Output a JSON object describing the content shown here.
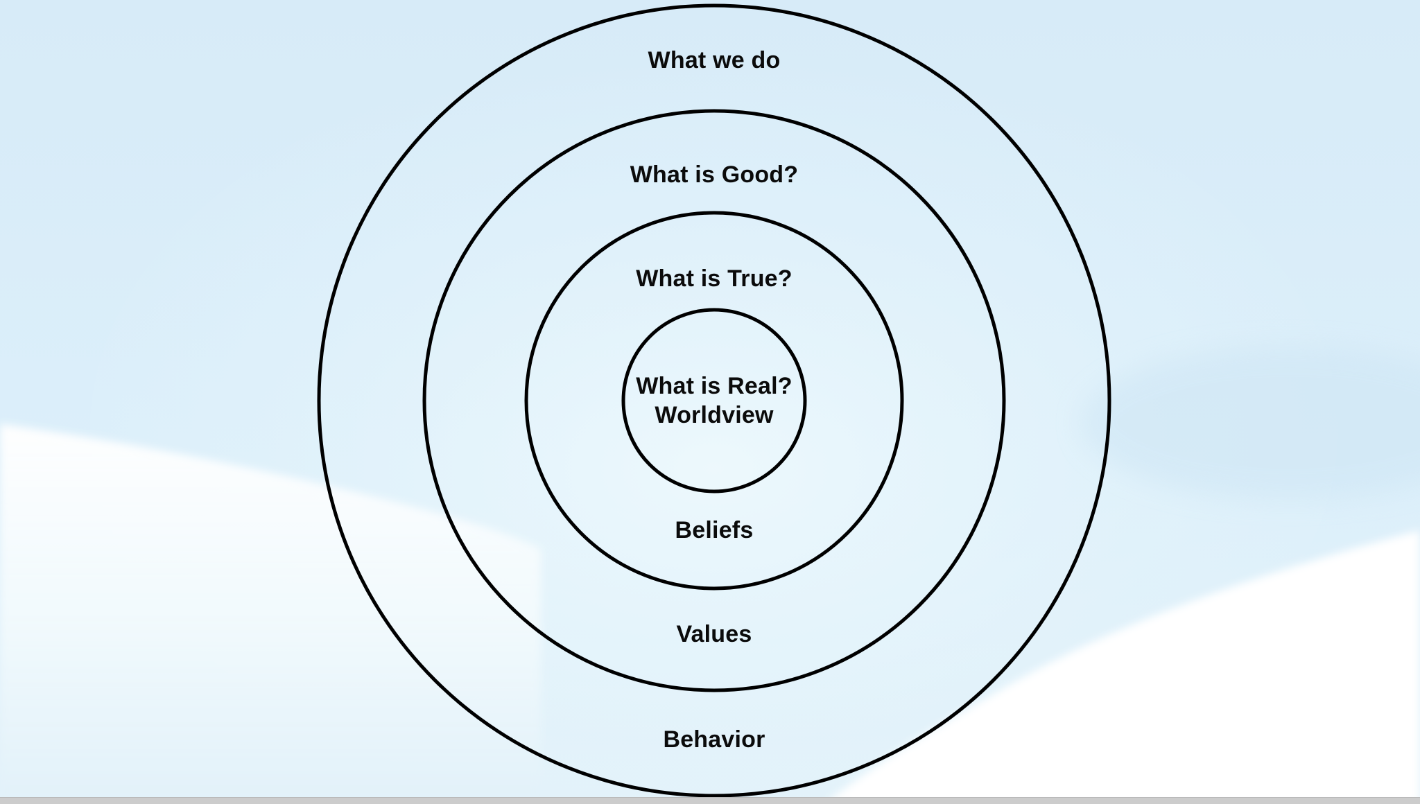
{
  "diagram": {
    "type": "concentric-circles",
    "rings": [
      {
        "name": "behavior",
        "top_label": "What we do",
        "bottom_label": "Behavior"
      },
      {
        "name": "values",
        "top_label": "What is Good?",
        "bottom_label": "Values"
      },
      {
        "name": "beliefs",
        "top_label": "What is True?",
        "bottom_label": "Beliefs"
      }
    ],
    "center": {
      "line1": "What is Real?",
      "line2": "Worldview"
    }
  },
  "colors": {
    "background_blue": "#d8ecf8",
    "background_blue_light": "#e6f4fb",
    "wave_white": "#ffffff",
    "circle_stroke": "#000000",
    "label_text": "#0b0b0b",
    "bottom_bar": "#cccccc"
  }
}
